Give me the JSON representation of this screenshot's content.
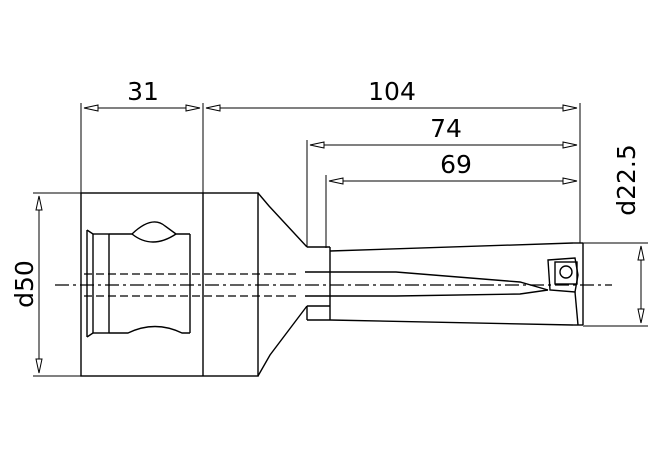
{
  "dimensions": {
    "shank_length": "31",
    "overall_length": "104",
    "body_length": "74",
    "flute_length": "69",
    "shank_diameter": "d50",
    "tip_diameter": "d22.5"
  }
}
